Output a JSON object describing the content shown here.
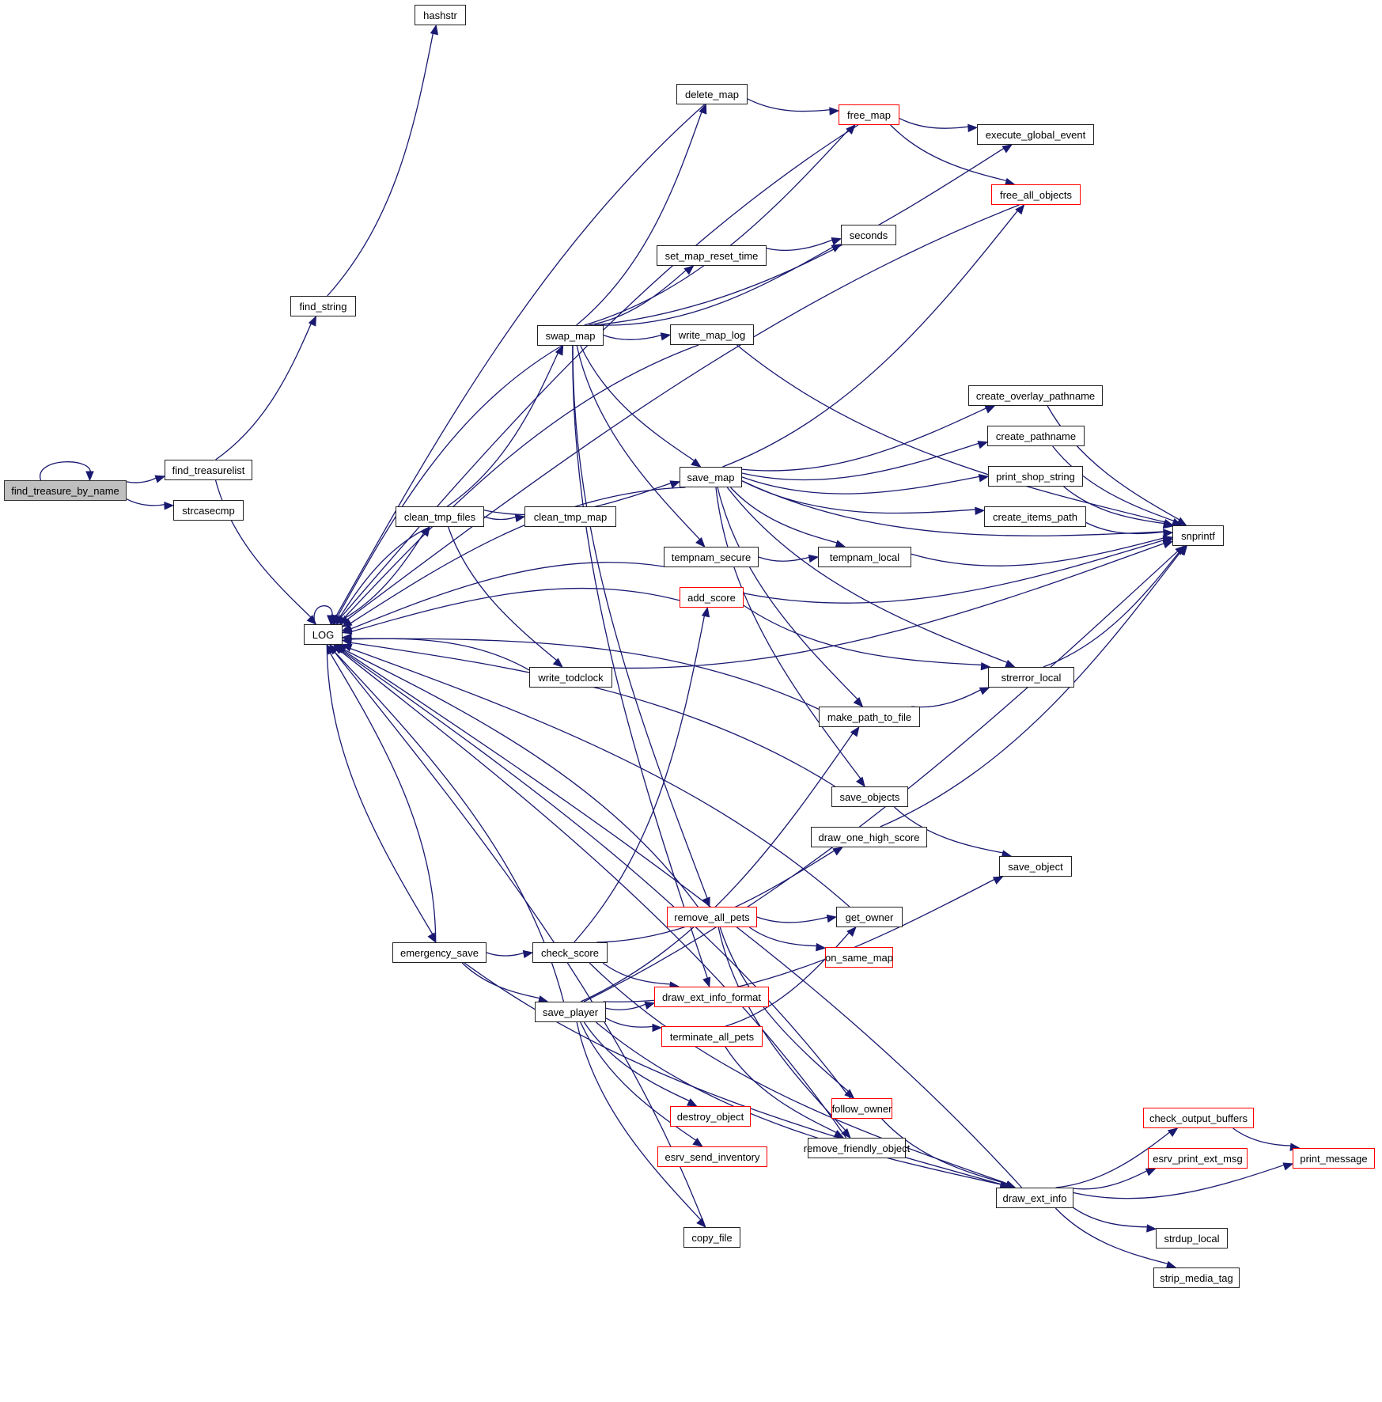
{
  "diagram": {
    "type": "call-graph",
    "root": "find_treasure_by_name",
    "colors": {
      "edge": "#191970",
      "node_border": "#222222",
      "incomplete_border": "#ff0000",
      "root_fill": "#bfbfbf"
    },
    "nodes": [
      {
        "id": "find_treasure_by_name",
        "label": "find_treasure_by_name",
        "style": "root"
      },
      {
        "id": "find_treasurelist",
        "label": "find_treasurelist",
        "style": "normal"
      },
      {
        "id": "strcasecmp",
        "label": "strcasecmp",
        "style": "normal"
      },
      {
        "id": "find_string",
        "label": "find_string",
        "style": "normal"
      },
      {
        "id": "hashstr",
        "label": "hashstr",
        "style": "normal"
      },
      {
        "id": "LOG",
        "label": "LOG",
        "style": "normal"
      },
      {
        "id": "delete_map",
        "label": "delete_map",
        "style": "normal"
      },
      {
        "id": "free_map",
        "label": "free_map",
        "style": "red"
      },
      {
        "id": "execute_global_event",
        "label": "execute_global_event",
        "style": "normal"
      },
      {
        "id": "free_all_objects",
        "label": "free_all_objects",
        "style": "red"
      },
      {
        "id": "seconds",
        "label": "seconds",
        "style": "normal"
      },
      {
        "id": "set_map_reset_time",
        "label": "set_map_reset_time",
        "style": "normal"
      },
      {
        "id": "find_string_dummy",
        "label": "",
        "style": "hidden"
      },
      {
        "id": "swap_map",
        "label": "swap_map",
        "style": "normal"
      },
      {
        "id": "write_map_log",
        "label": "write_map_log",
        "style": "normal"
      },
      {
        "id": "create_overlay_pathname",
        "label": "create_overlay_pathname",
        "style": "normal"
      },
      {
        "id": "create_pathname",
        "label": "create_pathname",
        "style": "normal"
      },
      {
        "id": "save_map",
        "label": "save_map",
        "style": "normal"
      },
      {
        "id": "print_shop_string",
        "label": "print_shop_string",
        "style": "normal"
      },
      {
        "id": "clean_tmp_files",
        "label": "clean_tmp_files",
        "style": "normal"
      },
      {
        "id": "clean_tmp_map",
        "label": "clean_tmp_map",
        "style": "normal"
      },
      {
        "id": "create_items_path",
        "label": "create_items_path",
        "style": "normal"
      },
      {
        "id": "snprintf",
        "label": "snprintf",
        "style": "normal"
      },
      {
        "id": "tempnam_secure",
        "label": "tempnam_secure",
        "style": "normal"
      },
      {
        "id": "tempnam_local",
        "label": "tempnam_local",
        "style": "normal"
      },
      {
        "id": "add_score",
        "label": "add_score",
        "style": "red"
      },
      {
        "id": "write_todclock",
        "label": "write_todclock",
        "style": "normal"
      },
      {
        "id": "strerror_local",
        "label": "strerror_local",
        "style": "normal"
      },
      {
        "id": "make_path_to_file",
        "label": "make_path_to_file",
        "style": "normal"
      },
      {
        "id": "save_objects",
        "label": "save_objects",
        "style": "normal"
      },
      {
        "id": "draw_one_high_score",
        "label": "draw_one_high_score",
        "style": "normal"
      },
      {
        "id": "save_object",
        "label": "save_object",
        "style": "normal"
      },
      {
        "id": "remove_all_pets",
        "label": "remove_all_pets",
        "style": "red"
      },
      {
        "id": "get_owner",
        "label": "get_owner",
        "style": "normal"
      },
      {
        "id": "emergency_save",
        "label": "emergency_save",
        "style": "normal"
      },
      {
        "id": "check_score",
        "label": "check_score",
        "style": "normal"
      },
      {
        "id": "on_same_map",
        "label": "on_same_map",
        "style": "red"
      },
      {
        "id": "draw_ext_info_format",
        "label": "draw_ext_info_format",
        "style": "red"
      },
      {
        "id": "save_player",
        "label": "save_player",
        "style": "normal"
      },
      {
        "id": "terminate_all_pets",
        "label": "terminate_all_pets",
        "style": "red"
      },
      {
        "id": "follow_owner",
        "label": "follow_owner",
        "style": "red"
      },
      {
        "id": "destroy_object",
        "label": "destroy_object",
        "style": "red"
      },
      {
        "id": "remove_friendly_object",
        "label": "remove_friendly_object",
        "style": "normal"
      },
      {
        "id": "check_output_buffers",
        "label": "check_output_buffers",
        "style": "red"
      },
      {
        "id": "esrv_send_inventory",
        "label": "esrv_send_inventory",
        "style": "red"
      },
      {
        "id": "esrv_print_ext_msg",
        "label": "esrv_print_ext_msg",
        "style": "red"
      },
      {
        "id": "print_message",
        "label": "print_message",
        "style": "red"
      },
      {
        "id": "draw_ext_info",
        "label": "draw_ext_info",
        "style": "normal"
      },
      {
        "id": "copy_file",
        "label": "copy_file",
        "style": "normal"
      },
      {
        "id": "strdup_local",
        "label": "strdup_local",
        "style": "normal"
      },
      {
        "id": "strip_media_tag",
        "label": "strip_media_tag",
        "style": "normal"
      }
    ],
    "edges": [
      [
        "find_treasure_by_name",
        "find_treasure_by_name"
      ],
      [
        "find_treasure_by_name",
        "find_treasurelist"
      ],
      [
        "find_treasure_by_name",
        "strcasecmp"
      ],
      [
        "find_treasurelist",
        "find_string"
      ],
      [
        "find_treasurelist",
        "LOG"
      ],
      [
        "find_string",
        "hashstr"
      ],
      [
        "LOG",
        "LOG"
      ],
      [
        "LOG",
        "clean_tmp_files"
      ],
      [
        "LOG",
        "emergency_save"
      ],
      [
        "delete_map",
        "free_map"
      ],
      [
        "delete_map",
        "LOG"
      ],
      [
        "free_map",
        "execute_global_event"
      ],
      [
        "free_map",
        "free_all_objects"
      ],
      [
        "free_map",
        "LOG"
      ],
      [
        "free_all_objects",
        "LOG"
      ],
      [
        "set_map_reset_time",
        "seconds"
      ],
      [
        "swap_map",
        "delete_map"
      ],
      [
        "swap_map",
        "free_map"
      ],
      [
        "swap_map",
        "execute_global_event"
      ],
      [
        "swap_map",
        "set_map_reset_time"
      ],
      [
        "swap_map",
        "seconds"
      ],
      [
        "swap_map",
        "write_map_log"
      ],
      [
        "swap_map",
        "save_map"
      ],
      [
        "swap_map",
        "LOG"
      ],
      [
        "swap_map",
        "remove_all_pets"
      ],
      [
        "swap_map",
        "draw_ext_info_format"
      ],
      [
        "swap_map",
        "tempnam_secure"
      ],
      [
        "write_map_log",
        "snprintf"
      ],
      [
        "write_map_log",
        "LOG"
      ],
      [
        "save_map",
        "free_all_objects"
      ],
      [
        "save_map",
        "snprintf"
      ],
      [
        "save_map",
        "create_overlay_pathname"
      ],
      [
        "save_map",
        "create_pathname"
      ],
      [
        "save_map",
        "print_shop_string"
      ],
      [
        "save_map",
        "create_items_path"
      ],
      [
        "save_map",
        "tempnam_local"
      ],
      [
        "save_map",
        "strerror_local"
      ],
      [
        "save_map",
        "make_path_to_file"
      ],
      [
        "save_map",
        "save_objects"
      ],
      [
        "save_map",
        "LOG"
      ],
      [
        "create_overlay_pathname",
        "snprintf"
      ],
      [
        "create_pathname",
        "snprintf"
      ],
      [
        "print_shop_string",
        "snprintf"
      ],
      [
        "create_items_path",
        "snprintf"
      ],
      [
        "clean_tmp_files",
        "swap_map"
      ],
      [
        "clean_tmp_files",
        "save_map"
      ],
      [
        "clean_tmp_files",
        "clean_tmp_map"
      ],
      [
        "clean_tmp_files",
        "write_todclock"
      ],
      [
        "clean_tmp_files",
        "LOG"
      ],
      [
        "tempnam_secure",
        "tempnam_local"
      ],
      [
        "tempnam_secure",
        "LOG"
      ],
      [
        "tempnam_local",
        "snprintf"
      ],
      [
        "add_score",
        "snprintf"
      ],
      [
        "add_score",
        "strerror_local"
      ],
      [
        "add_score",
        "LOG"
      ],
      [
        "write_todclock",
        "snprintf"
      ],
      [
        "write_todclock",
        "LOG"
      ],
      [
        "strerror_local",
        "snprintf"
      ],
      [
        "make_path_to_file",
        "strerror_local"
      ],
      [
        "make_path_to_file",
        "LOG"
      ],
      [
        "save_objects",
        "save_object"
      ],
      [
        "save_objects",
        "LOG"
      ],
      [
        "draw_one_high_score",
        "snprintf"
      ],
      [
        "remove_all_pets",
        "get_owner"
      ],
      [
        "remove_all_pets",
        "on_same_map"
      ],
      [
        "remove_all_pets",
        "follow_owner"
      ],
      [
        "remove_all_pets",
        "remove_friendly_object"
      ],
      [
        "remove_all_pets",
        "LOG"
      ],
      [
        "get_owner",
        "LOG"
      ],
      [
        "emergency_save",
        "check_score"
      ],
      [
        "emergency_save",
        "save_player"
      ],
      [
        "emergency_save",
        "LOG"
      ],
      [
        "emergency_save",
        "draw_ext_info"
      ],
      [
        "check_score",
        "add_score"
      ],
      [
        "check_score",
        "draw_one_high_score"
      ],
      [
        "check_score",
        "draw_ext_info_format"
      ],
      [
        "check_score",
        "draw_ext_info"
      ],
      [
        "save_player",
        "make_path_to_file"
      ],
      [
        "save_player",
        "save_object"
      ],
      [
        "save_player",
        "draw_ext_info_format"
      ],
      [
        "save_player",
        "terminate_all_pets"
      ],
      [
        "save_player",
        "snprintf"
      ],
      [
        "save_player",
        "destroy_object"
      ],
      [
        "save_player",
        "esrv_send_inventory"
      ],
      [
        "save_player",
        "copy_file"
      ],
      [
        "save_player",
        "draw_ext_info"
      ],
      [
        "save_player",
        "LOG"
      ],
      [
        "terminate_all_pets",
        "get_owner"
      ],
      [
        "terminate_all_pets",
        "remove_friendly_object"
      ],
      [
        "follow_owner",
        "draw_ext_info"
      ],
      [
        "follow_owner",
        "LOG"
      ],
      [
        "remove_friendly_object",
        "LOG"
      ],
      [
        "copy_file",
        "LOG"
      ],
      [
        "draw_ext_info",
        "check_output_buffers"
      ],
      [
        "draw_ext_info",
        "esrv_print_ext_msg"
      ],
      [
        "draw_ext_info",
        "print_message"
      ],
      [
        "draw_ext_info",
        "strdup_local"
      ],
      [
        "draw_ext_info",
        "strip_media_tag"
      ],
      [
        "draw_ext_info",
        "LOG"
      ],
      [
        "check_output_buffers",
        "print_message"
      ]
    ]
  }
}
